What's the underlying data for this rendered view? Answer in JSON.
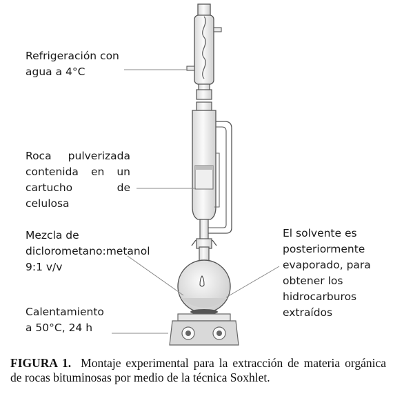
{
  "labels": {
    "cooling": [
      "Refrigeración con",
      "agua a 4°C"
    ],
    "sample": [
      "Roca pulverizada",
      "contenida en un",
      "cartucho de",
      "celulosa"
    ],
    "mixture": [
      "Mezcla de",
      "diclorometano:metanol",
      "9:1 v/v"
    ],
    "heating": [
      "Calentamiento",
      "a 50°C, 24 h"
    ],
    "solvent": [
      "El solvente es",
      "posteriormente",
      "evaporado, para",
      "obtener los",
      "hidrocarburos",
      "extraídos"
    ]
  },
  "caption": {
    "number": "FIGURA 1.",
    "text": "Montaje experimental para la extracción de materia orgánica de rocas bituminosas por medio de la técnica Soxhlet."
  },
  "colors": {
    "glass_stroke": "#555555",
    "glass_fill": "#f2f2f2",
    "leader_line": "#8a8a8a",
    "heater_fill": "#d9d9d9"
  }
}
